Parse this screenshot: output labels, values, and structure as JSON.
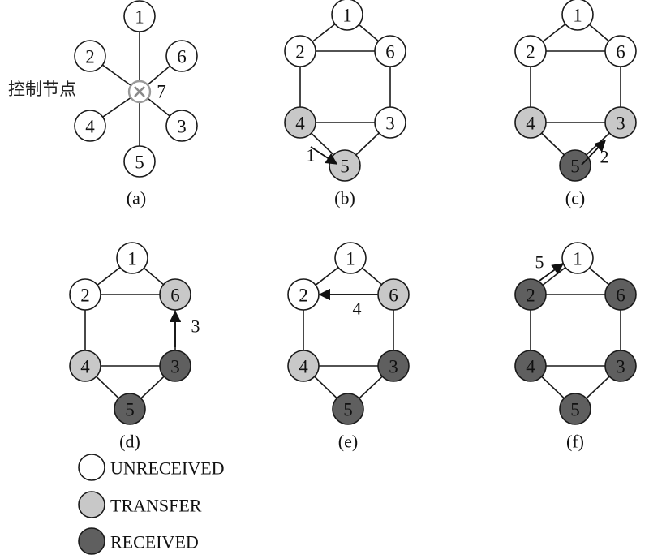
{
  "colors": {
    "unreceived": "#ffffff",
    "transfer": "#c8c8c8",
    "received": "#5f5f5f",
    "line": "#1a1a1a",
    "control_node": "#9a9a9a"
  },
  "panel_a": {
    "caption": "(a)",
    "control_label": "控制节点",
    "control_node_number": "7",
    "control_icon": "x-circle-icon",
    "nodes": [
      {
        "id": "1"
      },
      {
        "id": "2"
      },
      {
        "id": "6"
      },
      {
        "id": "4"
      },
      {
        "id": "3"
      },
      {
        "id": "5"
      }
    ]
  },
  "ring_graph": {
    "edges": [
      [
        "1",
        "2"
      ],
      [
        "1",
        "6"
      ],
      [
        "2",
        "6"
      ],
      [
        "2",
        "4"
      ],
      [
        "6",
        "3"
      ],
      [
        "4",
        "3"
      ],
      [
        "4",
        "5"
      ],
      [
        "3",
        "5"
      ]
    ]
  },
  "panels": [
    {
      "key": "b",
      "caption": "(b)",
      "states": {
        "1": "unreceived",
        "2": "unreceived",
        "6": "unreceived",
        "4": "transfer",
        "3": "unreceived",
        "5": "transfer"
      },
      "arrow": {
        "from": "4",
        "to": "5",
        "step": "1"
      }
    },
    {
      "key": "c",
      "caption": "(c)",
      "states": {
        "1": "unreceived",
        "2": "unreceived",
        "6": "unreceived",
        "4": "transfer",
        "3": "transfer",
        "5": "received"
      },
      "arrow": {
        "from": "5",
        "to": "3",
        "step": "2"
      }
    },
    {
      "key": "d",
      "caption": "(d)",
      "states": {
        "1": "unreceived",
        "2": "unreceived",
        "6": "transfer",
        "4": "transfer",
        "3": "received",
        "5": "received"
      },
      "arrow": {
        "from": "3",
        "to": "6",
        "step": "3"
      }
    },
    {
      "key": "e",
      "caption": "(e)",
      "states": {
        "1": "unreceived",
        "2": "unreceived",
        "6": "transfer",
        "4": "transfer",
        "3": "received",
        "5": "received"
      },
      "arrow": {
        "from": "6",
        "to": "2",
        "step": "4"
      }
    },
    {
      "key": "f",
      "caption": "(f)",
      "states": {
        "1": "unreceived",
        "2": "received",
        "6": "received",
        "4": "received",
        "3": "received",
        "5": "received"
      },
      "arrow": {
        "from": "2",
        "to": "1",
        "step": "5"
      }
    }
  ],
  "legend": [
    {
      "state": "unreceived",
      "label": "UNRECEIVED"
    },
    {
      "state": "transfer",
      "label": "TRANSFER"
    },
    {
      "state": "received",
      "label": "RECEIVED"
    }
  ]
}
